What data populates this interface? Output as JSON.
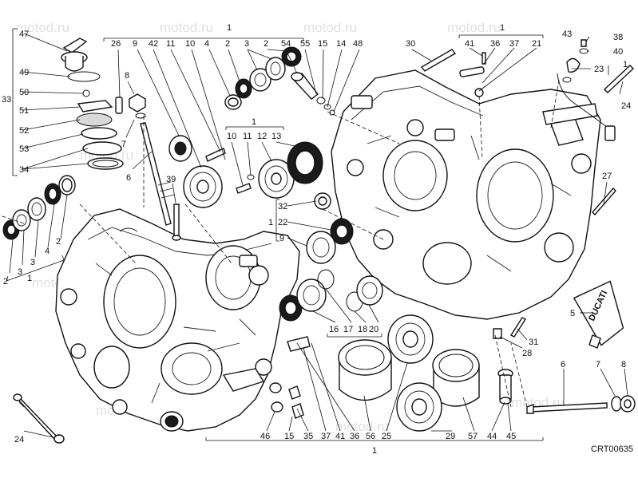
{
  "watermark": "motod.ru",
  "drawing_code": "CRT00635",
  "callouts": {
    "c47": "47",
    "c49": "49",
    "c50": "50",
    "c33": "33",
    "c51": "51",
    "c52": "52",
    "c53": "53",
    "c34": "34",
    "c26": "26",
    "c9a": "9",
    "c42": "42",
    "c11a": "11",
    "c10a": "10",
    "c4a": "4",
    "c1a": "1",
    "c2a": "2",
    "c3a": "3",
    "c2b": "2",
    "c54": "54",
    "c55": "55",
    "c15": "15",
    "c14": "14",
    "c48": "48",
    "c30": "30",
    "c1b": "1",
    "c41a": "41",
    "c36a": "36",
    "c37a": "37",
    "c21": "21",
    "c43": "43",
    "c38": "38",
    "c40": "40",
    "c23": "23",
    "c1c": "1",
    "c24a": "24",
    "c8a": "8",
    "c7a": "7",
    "c6a": "6",
    "c1d": "1",
    "c10b": "10",
    "c11b": "11",
    "c12": "12",
    "c13": "13",
    "c39": "39",
    "c32": "32",
    "c1e": "1",
    "c22": "22",
    "c9b": "9",
    "c27": "27",
    "c2c": "2",
    "c3b": "3",
    "c3c": "3",
    "c4b": "4",
    "c2d": "2",
    "c1f": "1",
    "c5": "5",
    "c16": "16",
    "c17": "17",
    "c18": "18",
    "c20": "20",
    "c31": "31",
    "c28": "28",
    "c6b": "6",
    "c7b": "7",
    "c8b": "8",
    "c24b": "24",
    "c46": "46",
    "c15b": "15",
    "c35": "35",
    "c37b": "37",
    "c41b": "41",
    "c36b": "36",
    "c56": "56",
    "c25": "25",
    "c29": "29",
    "c57": "57",
    "c44": "44",
    "c45": "45",
    "c1g": "1"
  },
  "tube_label": "DUCATI"
}
